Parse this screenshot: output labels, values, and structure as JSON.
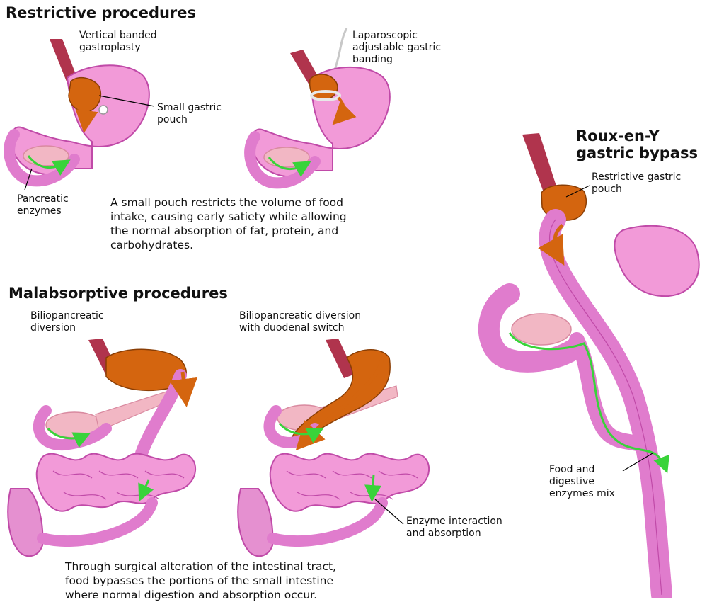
{
  "restrictive": {
    "title": "Restrictive procedures",
    "vbg_label": "Vertical banded\ngastroplasty",
    "lagb_label": "Laparoscopic\nadjustable gastric\nbanding",
    "pouch_label": "Small gastric\npouch",
    "enzymes_label": "Pancreatic\nenzymes",
    "description": "A small pouch restricts the volume of food\nintake, causing early satiety while allowing\nthe normal absorption of fat, protein, and\ncarbohydrates."
  },
  "malabsorptive": {
    "title": "Malabsorptive procedures",
    "bpd_label": "Biliopancreatic\ndiversion",
    "bpd_ds_label": "Biliopancreatic diversion\nwith duodenal switch",
    "enzyme_label": "Enzyme interaction\nand absorption",
    "description": "Through surgical alteration of the intestinal tract,\nfood bypasses the portions of the small intestine\nwhere normal digestion and absorption occur."
  },
  "roux": {
    "title": "Roux-en-Y\ngastric bypass",
    "pouch_label": "Restrictive gastric\npouch",
    "mix_label": "Food and\ndigestive\nenzymes mix"
  },
  "colors": {
    "stomach": "#f29ad8",
    "stomach_edge": "#c04aa8",
    "pouch": "#d4650f",
    "esophagus": "#b0344d",
    "pancreas": "#f2b7c4",
    "flow_arrow": "#39d33a"
  }
}
